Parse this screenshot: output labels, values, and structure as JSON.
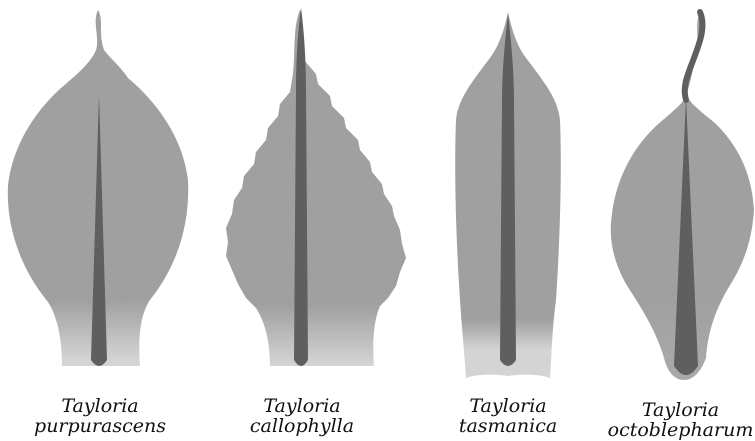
{
  "figure": {
    "leaves": [
      {
        "genus": "Tayloria",
        "species": "purpurascens",
        "margin": "entire",
        "apex": "short-acuminate"
      },
      {
        "genus": "Tayloria",
        "species": "callophylla",
        "margin": "serrulate",
        "apex": "long-acuminate"
      },
      {
        "genus": "Tayloria",
        "species": "tasmanica",
        "margin": "entire",
        "apex": "acute"
      },
      {
        "genus": "Tayloria",
        "species": "octoblepharum",
        "margin": "entire",
        "apex": "long-flexuose-acuminate"
      }
    ],
    "colors": {
      "lamina": "#a0a0a0",
      "costa": "#5f5f5f",
      "base": "#d4d4d4"
    }
  }
}
